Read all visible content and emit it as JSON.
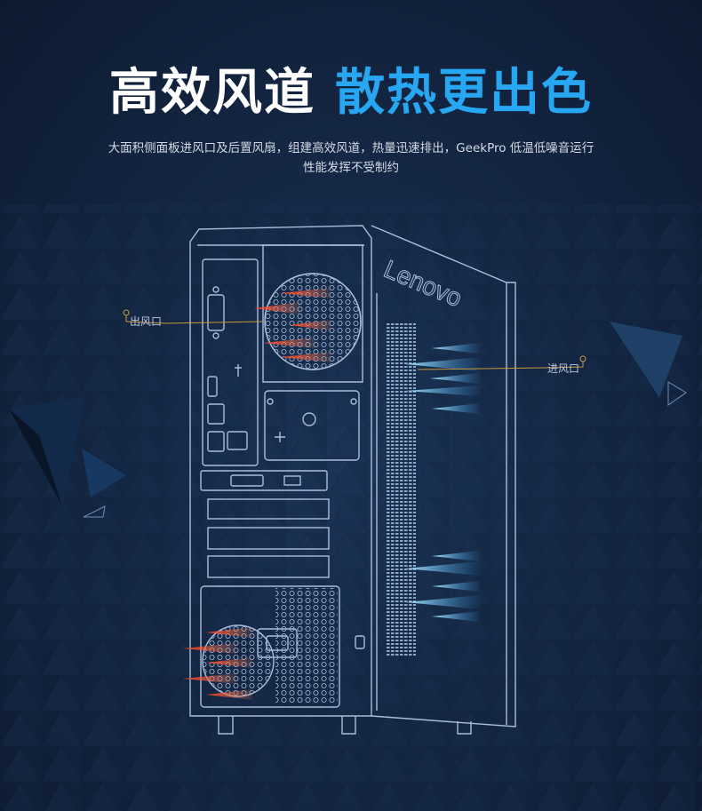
{
  "headline": {
    "part1": "高效风道",
    "part2": "散热更出色"
  },
  "description": {
    "line1": "大面积侧面板进风口及后置风扇，组建高效风道，热量迅速排出，GeekPro 低温低噪音运行",
    "line2": "性能发挥不受制约"
  },
  "labels": {
    "outlet": "出风口",
    "inlet": "进风口"
  },
  "brand": "Lenovo",
  "colors": {
    "background": "#142744",
    "accent_blue": "#27a7f2",
    "outline": "#a9bedb",
    "hot_arrow": "#ff5a32",
    "cool_arrow": "#7fd3ff"
  }
}
